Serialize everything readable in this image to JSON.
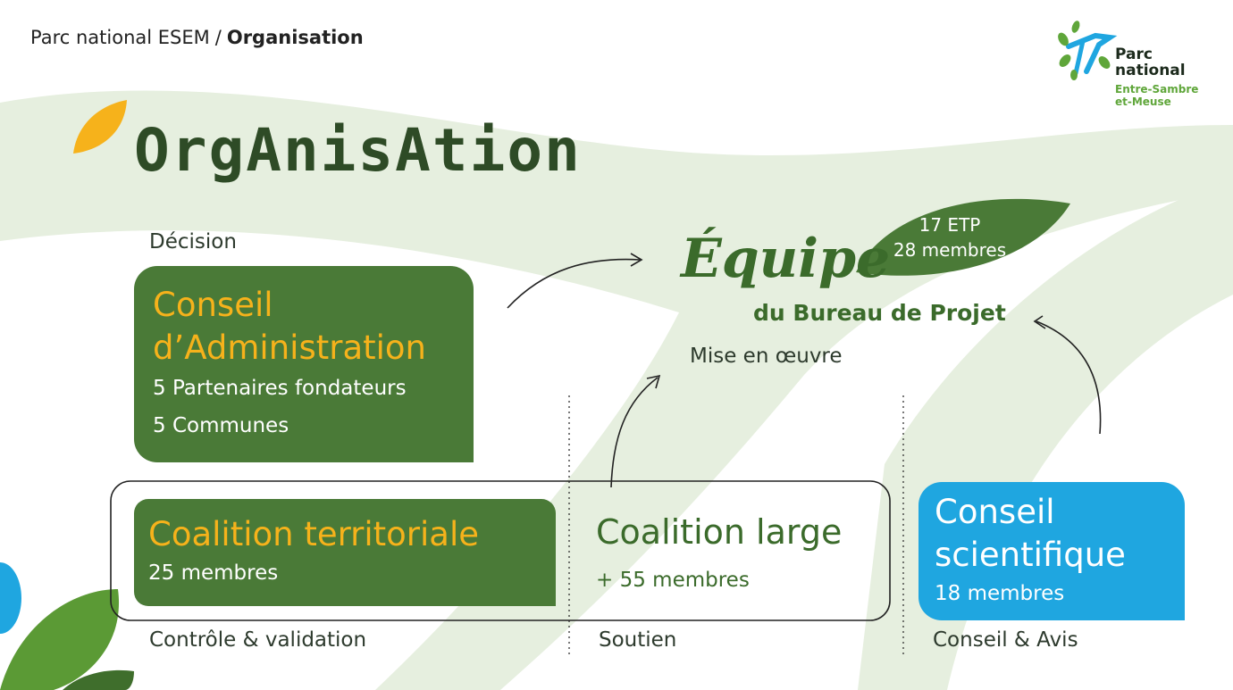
{
  "breadcrumb": {
    "site": "Parc national ESEM",
    "separator": "/",
    "current": "Organisation"
  },
  "logo": {
    "line1": "Parc",
    "line2": "national",
    "line3": "Entre-Sambre",
    "line4": "et-Meuse"
  },
  "title": "OrgAnisAtion",
  "decision_label": "Décision",
  "conseil_admin": {
    "title_line1": "Conseil",
    "title_line2": "d’Administration",
    "detail1": "5 Partenaires fondateurs",
    "detail2": "5 Communes"
  },
  "equipe": {
    "title": "Équipe",
    "subtitle": "du Bureau de Projet",
    "leaf_line1": "17 ETP",
    "leaf_line2": "28 membres",
    "role": "Mise en œuvre"
  },
  "coalition_territoriale": {
    "title": "Coalition territoriale",
    "members": "25 membres",
    "role": "Contrôle & validation"
  },
  "coalition_large": {
    "title": "Coalition large",
    "members": "+ 55 membres",
    "role": "Soutien"
  },
  "conseil_scientifique": {
    "title_line1": "Conseil",
    "title_line2": "scientifique",
    "members": "18 membres",
    "role": "Conseil & Avis"
  },
  "colors": {
    "dark_green": "#4a7a37",
    "title_green": "#2e4b26",
    "yellow": "#f6b21b",
    "blue": "#1fa6e0",
    "pale_green": "#e6efdf"
  }
}
